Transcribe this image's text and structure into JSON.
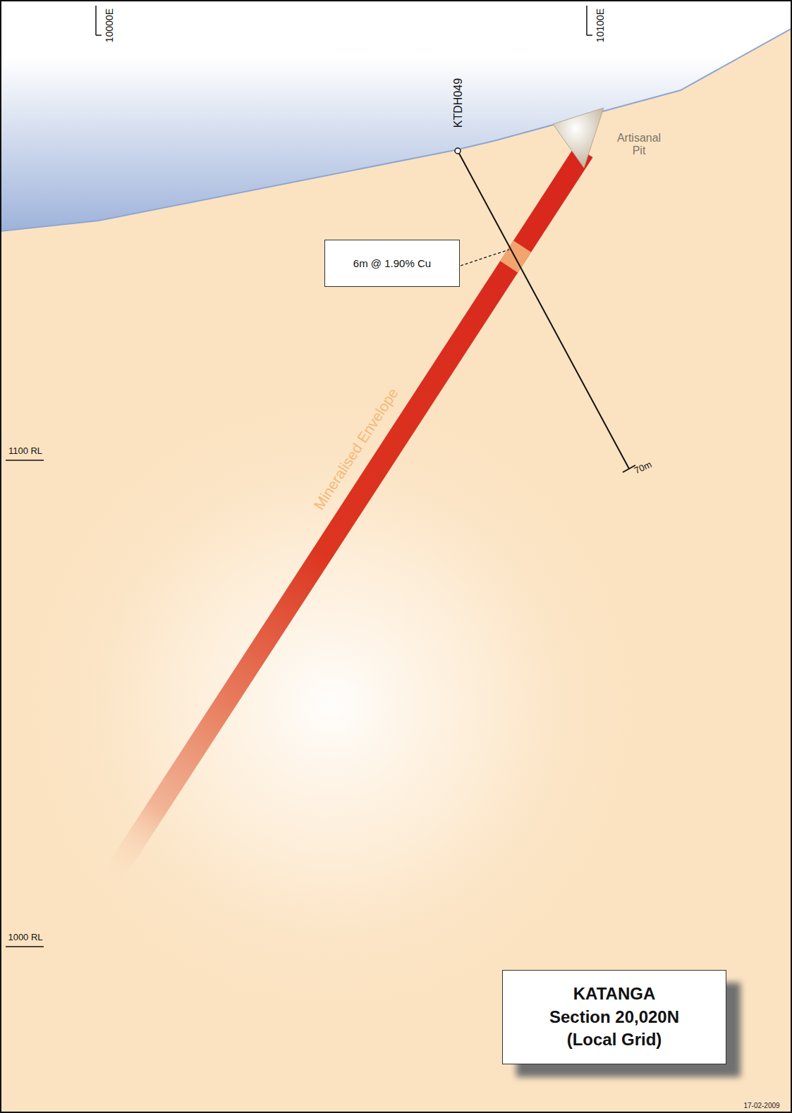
{
  "diagram": {
    "nodes": [
      {
        "text": [
          "6m @ 1.90% Cu"
        ]
      },
      {
        "text": [
          "KATANGA",
          "Section 20,020N",
          "(Local Grid)"
        ]
      }
    ],
    "labels": [
      "10000E",
      "10100E",
      "KTDH049",
      "Artisanal Pit",
      "70m",
      "Mineralised Envelope",
      "1100 RL",
      "1000 RL",
      "17-02-2009"
    ]
  }
}
